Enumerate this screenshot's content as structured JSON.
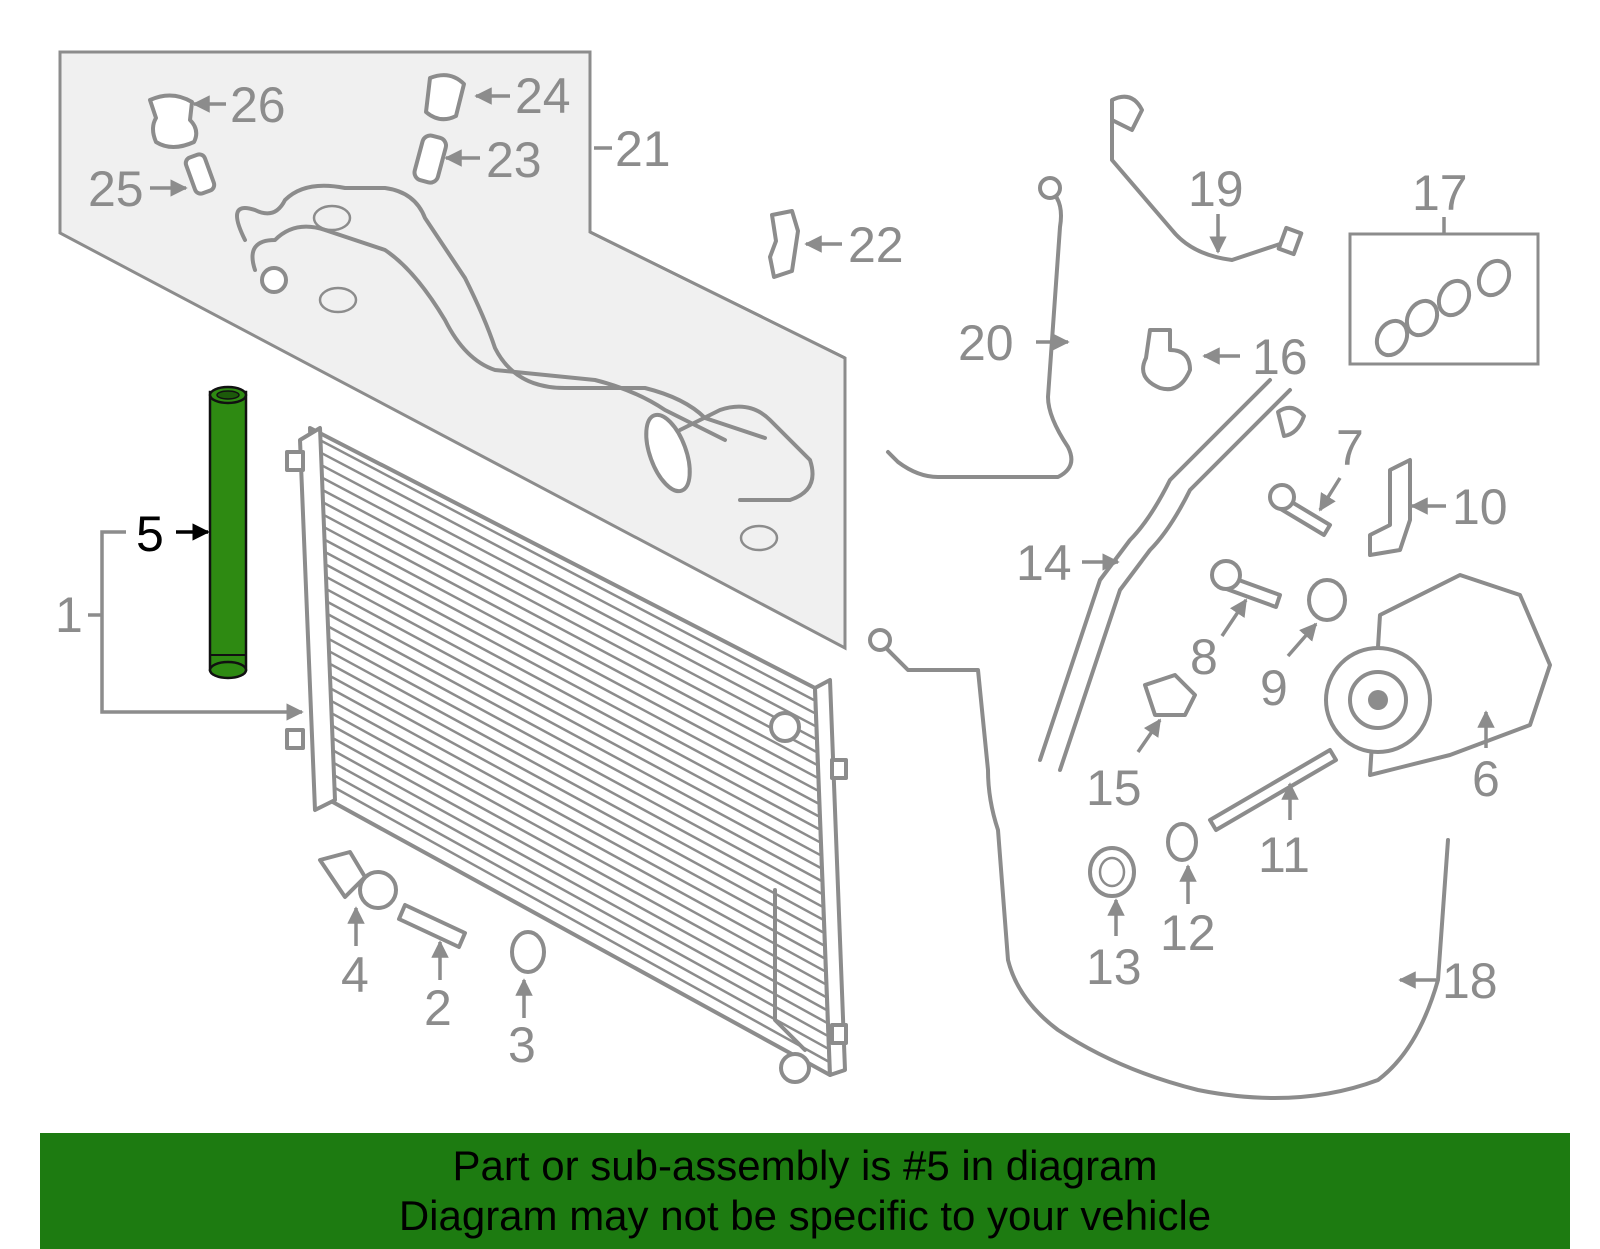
{
  "callouts": {
    "c1": "1",
    "c2": "2",
    "c3": "3",
    "c4": "4",
    "c5": "5",
    "c6": "6",
    "c7": "7",
    "c8": "8",
    "c9": "9",
    "c10": "10",
    "c11": "11",
    "c12": "12",
    "c13": "13",
    "c14": "14",
    "c15": "15",
    "c16": "16",
    "c17": "17",
    "c18": "18",
    "c19": "19",
    "c20": "20",
    "c21": "21",
    "c22": "22",
    "c23": "23",
    "c24": "24",
    "c25": "25",
    "c26": "26"
  },
  "highlight": {
    "part_number": "5",
    "color": "#2e8a12"
  },
  "banner": {
    "line1": "Part or sub-assembly is #5 in diagram",
    "line2": "Diagram may not be specific to your vehicle",
    "background": "#1d7b11"
  }
}
